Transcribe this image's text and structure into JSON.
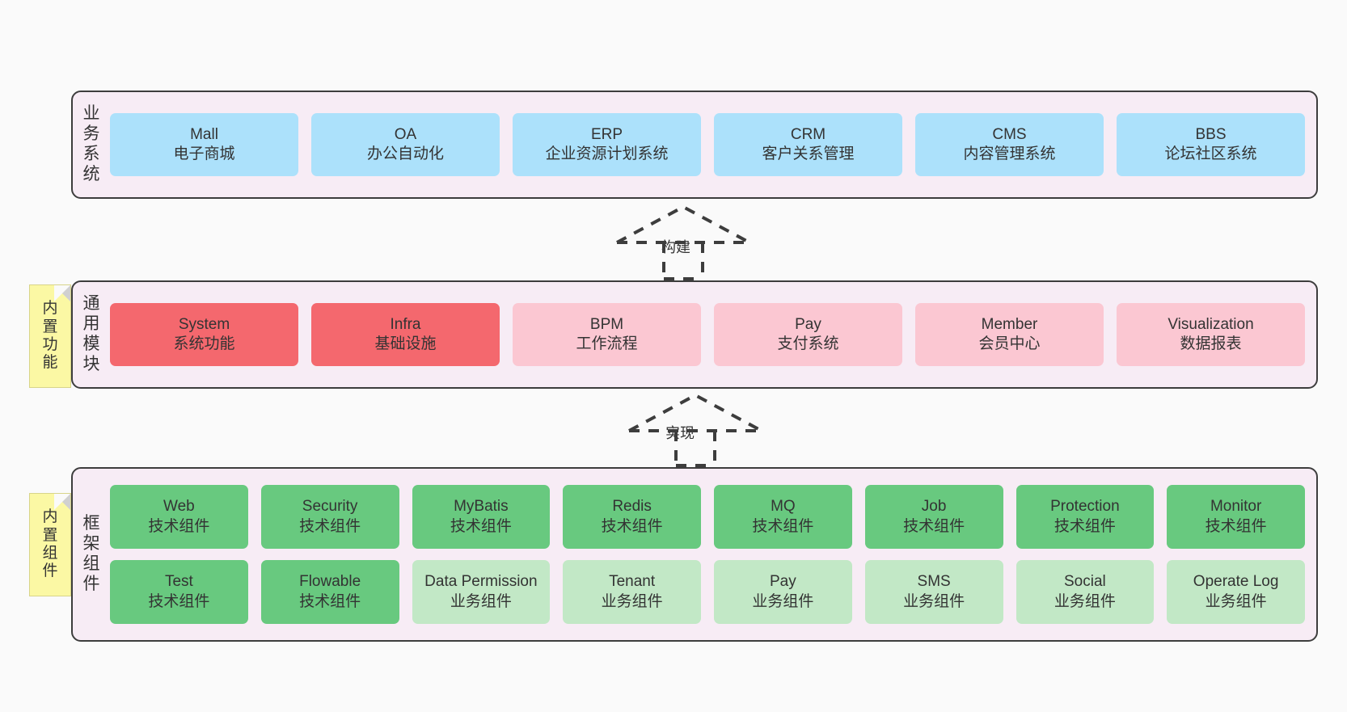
{
  "diagram": {
    "type": "layered-architecture",
    "background_color": "#fafafa",
    "layers": [
      {
        "id": "business",
        "title_chars": [
          "业",
          "务",
          "系",
          "统"
        ],
        "title_text": "业务系统",
        "node_color": "#ace1fb",
        "nodes": [
          {
            "en": "Mall",
            "cn": "电子商城",
            "style": "blue"
          },
          {
            "en": "OA",
            "cn": "办公自动化",
            "style": "blue"
          },
          {
            "en": "ERP",
            "cn": "企业资源计划系统",
            "style": "blue"
          },
          {
            "en": "CRM",
            "cn": "客户关系管理",
            "style": "blue"
          },
          {
            "en": "CMS",
            "cn": "内容管理系统",
            "style": "blue"
          },
          {
            "en": "BBS",
            "cn": "论坛社区系统",
            "style": "blue"
          }
        ]
      },
      {
        "id": "common",
        "title_chars": [
          "通",
          "用",
          "模",
          "块"
        ],
        "title_text": "通用模块",
        "nodes": [
          {
            "en": "System",
            "cn": "系统功能",
            "style": "red"
          },
          {
            "en": "Infra",
            "cn": "基础设施",
            "style": "red"
          },
          {
            "en": "BPM",
            "cn": "工作流程",
            "style": "pink"
          },
          {
            "en": "Pay",
            "cn": "支付系统",
            "style": "pink"
          },
          {
            "en": "Member",
            "cn": "会员中心",
            "style": "pink"
          },
          {
            "en": "Visualization",
            "cn": "数据报表",
            "style": "pink"
          }
        ]
      },
      {
        "id": "framework",
        "title_chars": [
          "框",
          "架",
          "组",
          "件"
        ],
        "title_text": "框架组件",
        "rows": [
          [
            {
              "en": "Web",
              "cn": "技术组件",
              "style": "green"
            },
            {
              "en": "Security",
              "cn": "技术组件",
              "style": "green"
            },
            {
              "en": "MyBatis",
              "cn": "技术组件",
              "style": "green"
            },
            {
              "en": "Redis",
              "cn": "技术组件",
              "style": "green"
            },
            {
              "en": "MQ",
              "cn": "技术组件",
              "style": "green"
            },
            {
              "en": "Job",
              "cn": "技术组件",
              "style": "green"
            },
            {
              "en": "Protection",
              "cn": "技术组件",
              "style": "green"
            },
            {
              "en": "Monitor",
              "cn": "技术组件",
              "style": "green"
            }
          ],
          [
            {
              "en": "Test",
              "cn": "技术组件",
              "style": "green"
            },
            {
              "en": "Flowable",
              "cn": "技术组件",
              "style": "green"
            },
            {
              "en": "Data Permission",
              "cn": "业务组件",
              "style": "lightgreen"
            },
            {
              "en": "Tenant",
              "cn": "业务组件",
              "style": "lightgreen"
            },
            {
              "en": "Pay",
              "cn": "业务组件",
              "style": "lightgreen"
            },
            {
              "en": "SMS",
              "cn": "业务组件",
              "style": "lightgreen"
            },
            {
              "en": "Social",
              "cn": "业务组件",
              "style": "lightgreen"
            },
            {
              "en": "Operate Log",
              "cn": "业务组件",
              "style": "lightgreen"
            }
          ]
        ]
      }
    ],
    "notes": [
      {
        "id": "note-common",
        "chars": [
          "内",
          "置",
          "功",
          "能"
        ],
        "text": "内置功能",
        "color": "#fbf8a4"
      },
      {
        "id": "note-framework",
        "chars": [
          "内",
          "置",
          "组",
          "件"
        ],
        "text": "内置组件",
        "color": "#fbf8a4"
      }
    ],
    "connectors": [
      {
        "id": "arrow-build",
        "label": "构建",
        "from": "common",
        "to": "business",
        "style": "dashed-generalization"
      },
      {
        "id": "arrow-impl",
        "label": "实现",
        "from": "framework",
        "to": "common",
        "style": "dashed-generalization"
      }
    ],
    "colors": {
      "canvas": "#fafafa",
      "layer_fill": "#f7ecf5",
      "layer_border": "#3d3d3d",
      "blue": "#ace1fb",
      "red": "#f4686e",
      "pink": "#fbc7d2",
      "green": "#68c97f",
      "light_green": "#c2e8c6",
      "note_yellow": "#fbf8a4",
      "text": "#333333"
    }
  }
}
